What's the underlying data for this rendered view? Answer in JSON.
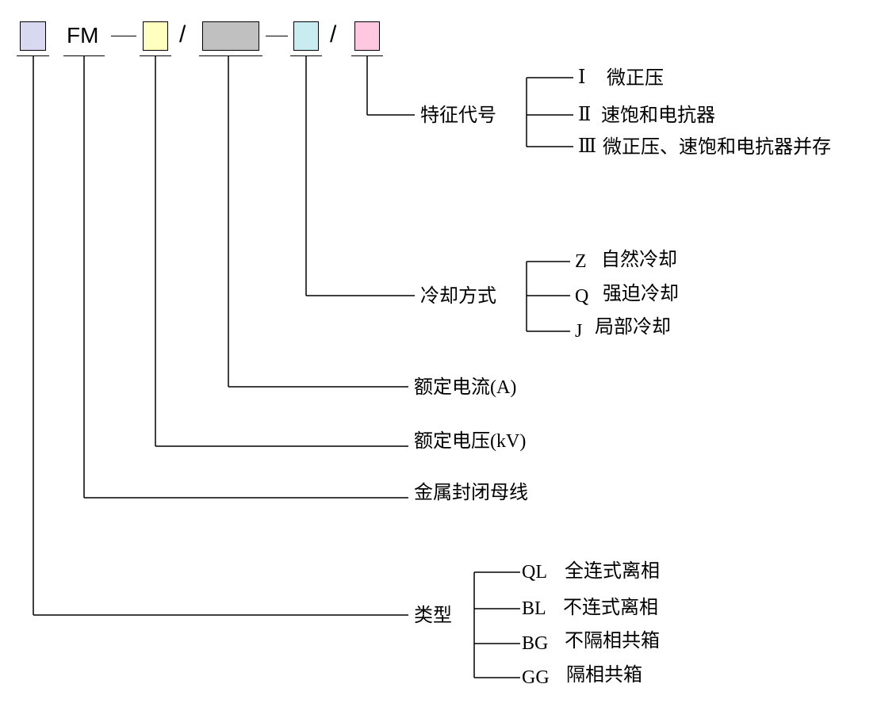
{
  "header": {
    "prefix": "FM",
    "separator": "/",
    "boxes": [
      {
        "id": "type",
        "color": "#d8d8f0"
      },
      {
        "id": "voltage",
        "color": "#ffffc0"
      },
      {
        "id": "current",
        "color": "#c0c0c0"
      },
      {
        "id": "cooling",
        "color": "#c8ecf0"
      },
      {
        "id": "feature",
        "color": "#ffc8e0"
      }
    ]
  },
  "branches": {
    "feature": {
      "label": "特征代号",
      "options": [
        {
          "code": "Ⅰ",
          "text": "微正压"
        },
        {
          "code": "Ⅱ",
          "text": "速饱和电抗器"
        },
        {
          "code": "Ⅲ",
          "text": "微正压、速饱和电抗器并存"
        }
      ]
    },
    "cooling": {
      "label": "冷却方式",
      "options": [
        {
          "code": "Z",
          "text": "自然冷却"
        },
        {
          "code": "Q",
          "text": "强迫冷却"
        },
        {
          "code": "J",
          "text": "局部冷却"
        }
      ]
    },
    "current": {
      "label": "额定电流",
      "unit": "(A)"
    },
    "voltage": {
      "label": "额定电压",
      "unit": "(kV)"
    },
    "prefix": {
      "label": "金属封闭母线"
    },
    "type": {
      "label": "类型",
      "options": [
        {
          "code": "QL",
          "text": "全连式离相"
        },
        {
          "code": "BL",
          "text": "不连式离相"
        },
        {
          "code": "BG",
          "text": "不隔相共箱"
        },
        {
          "code": "GG",
          "text": "隔相共箱"
        }
      ]
    }
  }
}
